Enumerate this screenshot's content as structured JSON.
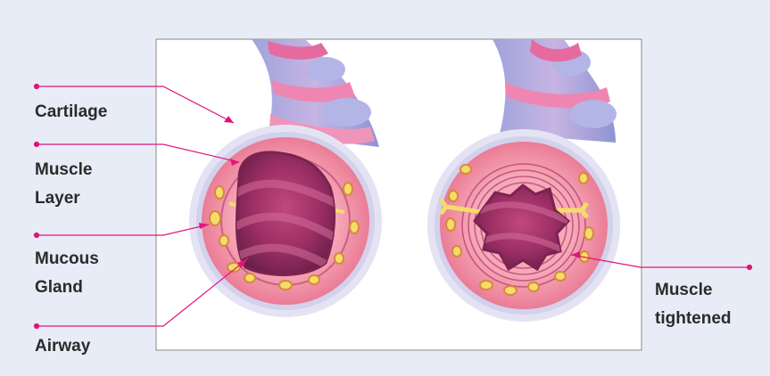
{
  "labels": {
    "cartilage": "Cartilage",
    "muscle_layer": "Muscle\nLayer",
    "mucous_gland": "Mucous\nGland",
    "airway": "Airway",
    "muscle_tightened": "Muscle\ntightened"
  },
  "colors": {
    "background": "#e8ecf6",
    "panel": "#ffffff",
    "leader_line": "#e0157a",
    "tissue": "#f08ea3",
    "lumen": "#8c2d5a",
    "gland": "#f5dc6a",
    "cartilage": "#a9a4db"
  }
}
